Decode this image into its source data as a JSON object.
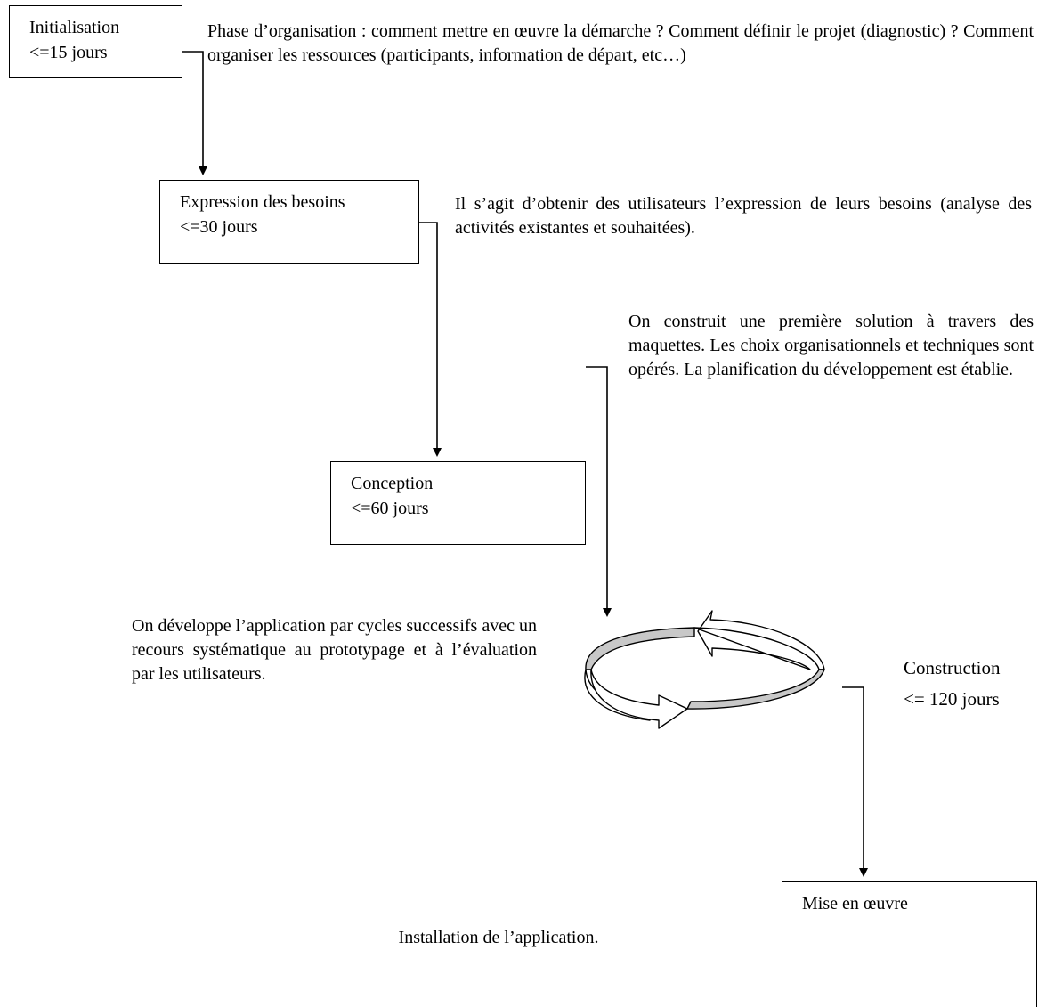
{
  "phases": [
    {
      "title": "Initialisation",
      "duration": "<=15 jours",
      "description": "Phase d’organisation : comment mettre en œuvre la démarche ? Comment définir le projet (diagnostic) ? Comment organiser les ressources (participants, information de départ, etc…)"
    },
    {
      "title": "Expression des besoins",
      "duration": "<=30 jours",
      "description": "Il s’agit d’obtenir des utilisateurs l’expression de leurs besoins (analyse des activités existantes et souhaitées)."
    },
    {
      "title": "Conception",
      "duration": "<=60 jours",
      "description": "On construit une première solution à travers des maquettes. Les choix organisationnels et techniques sont opérés. La planification du développement est établie."
    },
    {
      "title": "Construction",
      "duration": "<= 120 jours",
      "description": "On développe l’application par cycles successifs avec un recours systématique au prototypage et à l’évaluation par les utilisateurs."
    },
    {
      "title": "Mise en œuvre",
      "duration": "",
      "description": "Installation de l’application."
    }
  ],
  "colors": {
    "line": "#000000",
    "cycle_fill": "#c8c8c8",
    "cycle_white": "#ffffff"
  }
}
